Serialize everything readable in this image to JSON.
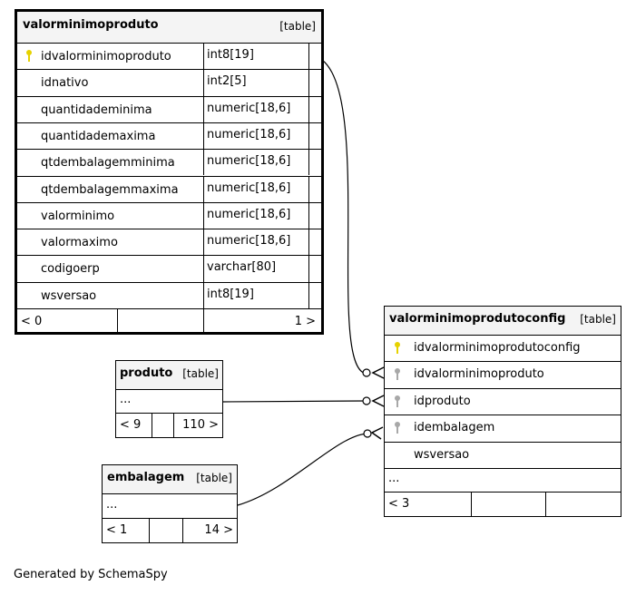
{
  "tables": {
    "valorminimoproduto": {
      "name": "valorminimoproduto",
      "kind": "[table]",
      "columns": [
        {
          "name": "idvalorminimoproduto",
          "type": "int8[19]",
          "pk": true
        },
        {
          "name": "idnativo",
          "type": "int2[5]"
        },
        {
          "name": "quantidademinima",
          "type": "numeric[18,6]"
        },
        {
          "name": "quantidademaxima",
          "type": "numeric[18,6]"
        },
        {
          "name": "qtdembalagemminima",
          "type": "numeric[18,6]"
        },
        {
          "name": "qtdembalagemmaxima",
          "type": "numeric[18,6]"
        },
        {
          "name": "valorminimo",
          "type": "numeric[18,6]"
        },
        {
          "name": "valormaximo",
          "type": "numeric[18,6]"
        },
        {
          "name": "codigoerp",
          "type": "varchar[80]"
        },
        {
          "name": "wsversao",
          "type": "int8[19]"
        }
      ],
      "footer_left": "< 0",
      "footer_right": "1 >"
    },
    "produto": {
      "name": "produto",
      "kind": "[table]",
      "ellipsis": "...",
      "footer_left": "< 9",
      "footer_right": "110 >"
    },
    "embalagem": {
      "name": "embalagem",
      "kind": "[table]",
      "ellipsis": "...",
      "footer_left": "< 1",
      "footer_right": "14 >"
    },
    "valorminimoprodutoconfig": {
      "name": "valorminimoprodutoconfig",
      "kind": "[table]",
      "columns": [
        {
          "name": "idvalorminimoprodutoconfig",
          "key": "pk"
        },
        {
          "name": "idvalorminimoproduto",
          "key": "fk"
        },
        {
          "name": "idproduto",
          "key": "fk"
        },
        {
          "name": "idembalagem",
          "key": "fk"
        },
        {
          "name": "wsversao",
          "key": ""
        }
      ],
      "ellipsis": "...",
      "footer_left": "< 3"
    }
  },
  "colors": {
    "primary_key": "#e6d200",
    "foreign_key": "#a8a8a8",
    "header_bg": "#f4f4f4"
  },
  "footer_text": "Generated by SchemaSpy"
}
